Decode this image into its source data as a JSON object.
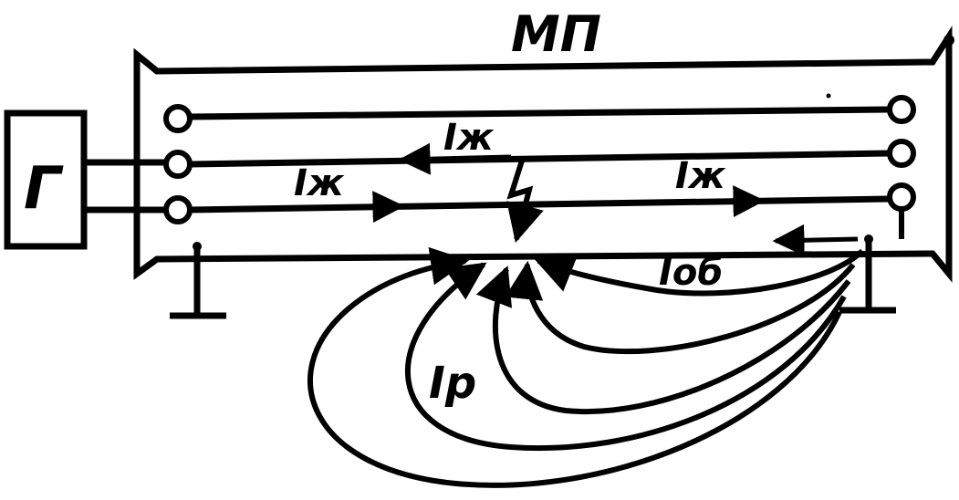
{
  "cable_label": "МП",
  "generator_label": "Г",
  "current_labels": {
    "core_left_upper": "Iж",
    "core_left_lower": "Iж",
    "core_right": "Iж",
    "sheath_return": "Iоб",
    "ground_spread": "Ip"
  },
  "colors": {
    "ink": "#000000",
    "background": "#ffffff"
  }
}
